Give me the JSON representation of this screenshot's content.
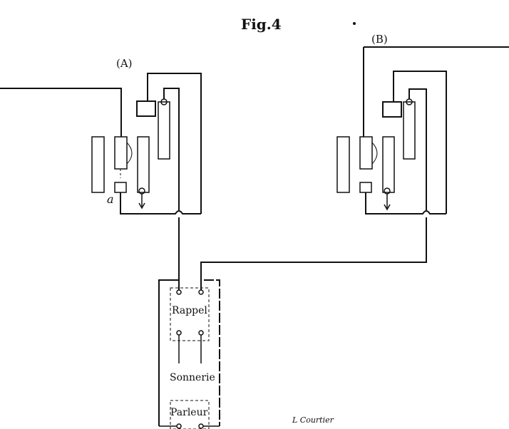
{
  "figure_title": "Fig.4",
  "station_a_label": "(A)",
  "station_b_label": "(B)",
  "contact_label": "a",
  "central_box": {
    "top_label": "Rappel",
    "middle_label": "Sonnerie",
    "bottom_label": "Parleur"
  },
  "signature": "L Courtier"
}
